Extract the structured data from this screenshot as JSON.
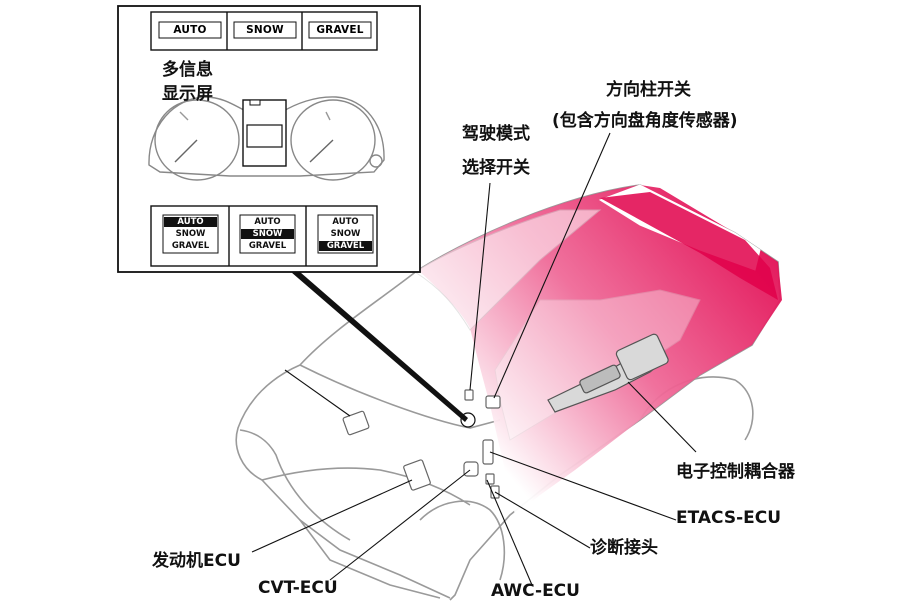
{
  "inset": {
    "top_buttons": [
      "AUTO",
      "SNOW",
      "GRAVEL"
    ],
    "display_label_line1": "多信息",
    "display_label_line2": "显示屏",
    "screens": [
      {
        "rows": [
          "AUTO",
          "SNOW",
          "GRAVEL"
        ],
        "selected": 0
      },
      {
        "rows": [
          "AUTO",
          "SNOW",
          "GRAVEL"
        ],
        "selected": 1
      },
      {
        "rows": [
          "AUTO",
          "SNOW",
          "GRAVEL"
        ],
        "selected": 2
      }
    ]
  },
  "labels": {
    "drive_mode_line1": "驾驶模式",
    "drive_mode_line2": "选择开关",
    "steering_line1": "方向柱开关",
    "steering_line2": "(包含方向盘角度传感器)",
    "coupling": "电子控制耦合器",
    "etacs": "ETACS-ECU",
    "diag": "诊断接头",
    "engine": "发动机ECU",
    "cvt": "CVT-ECU",
    "awc": "AWC-ECU"
  },
  "colors": {
    "body_red": "#e0004a",
    "line": "#888888"
  }
}
